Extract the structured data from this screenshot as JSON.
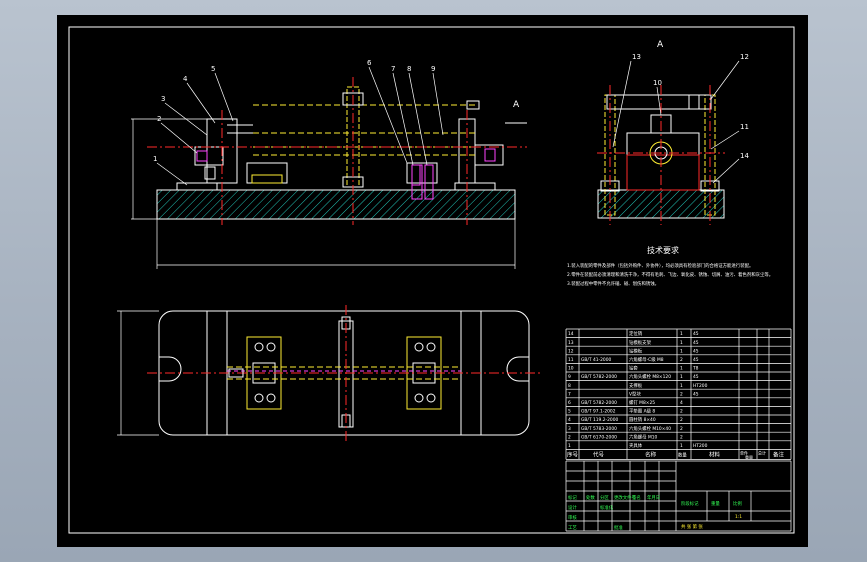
{
  "views": {
    "section_marker_top": "A",
    "section_label_front": "A",
    "front_callouts": [
      "1",
      "2",
      "3",
      "4",
      "5",
      "6",
      "7",
      "8",
      "9"
    ],
    "side_callouts": [
      "10",
      "11",
      "12",
      "13",
      "14"
    ]
  },
  "technical_requirements": {
    "title": "技术要求",
    "items": [
      "1.装入装配的零件及部件（包括外购件、外协件），均必须具有检验部门的合格证方能进行装配。",
      "2.零件在装配前必须清理和清洗干净，不得有毛刺、飞边、氧化皮、锈蚀、切屑、油污、着色剂和灰尘等。",
      "3.装配过程中零件不允许磕、碰、划伤和锈蚀。"
    ]
  },
  "parts_list": {
    "rows": [
      {
        "no": "14",
        "code": "",
        "name": "定位销",
        "qty": "1",
        "material": "45",
        "note": ""
      },
      {
        "no": "13",
        "code": "",
        "name": "钻模板支架",
        "qty": "1",
        "material": "45",
        "note": ""
      },
      {
        "no": "12",
        "code": "",
        "name": "钻模板",
        "qty": "1",
        "material": "45",
        "note": ""
      },
      {
        "no": "11",
        "code": "GB/T 41-2000",
        "name": "六角螺母-C级 M8",
        "qty": "2",
        "material": "45",
        "note": ""
      },
      {
        "no": "10",
        "code": "",
        "name": "钻套",
        "qty": "1",
        "material": "T8",
        "note": ""
      },
      {
        "no": "9",
        "code": "GB/T 5782-2000",
        "name": "六角头螺栓 M8×120",
        "qty": "1",
        "material": "45",
        "note": ""
      },
      {
        "no": "8",
        "code": "",
        "name": "支撑板",
        "qty": "1",
        "material": "HT200",
        "note": ""
      },
      {
        "no": "7",
        "code": "",
        "name": "V型块",
        "qty": "2",
        "material": "45",
        "note": ""
      },
      {
        "no": "6",
        "code": "GB/T 5782-2000",
        "name": "螺钉 M8×25",
        "qty": "4",
        "material": "",
        "note": ""
      },
      {
        "no": "5",
        "code": "GB/T 97.1-2002",
        "name": "平垫圈 A级 8",
        "qty": "2",
        "material": "",
        "note": ""
      },
      {
        "no": "4",
        "code": "GB/T 119.2-2000",
        "name": "圆柱销 8×40",
        "qty": "2",
        "material": "",
        "note": ""
      },
      {
        "no": "3",
        "code": "GB/T 5783-2000",
        "name": "六角头螺栓 M10×40",
        "qty": "2",
        "material": "",
        "note": ""
      },
      {
        "no": "2",
        "code": "GB/T 6170-2000",
        "name": "六角螺母 M10",
        "qty": "2",
        "material": "",
        "note": ""
      },
      {
        "no": "1",
        "code": "",
        "name": "夹具体",
        "qty": "1",
        "material": "HT200",
        "note": ""
      }
    ],
    "headers": {
      "no": "序号",
      "code": "代号",
      "name": "名称",
      "qty": "数量",
      "material": "材料",
      "unit": "单件",
      "total": "总计",
      "weight": "重量",
      "note": "备注"
    }
  },
  "title_block": {
    "labels": [
      "标记",
      "处数",
      "分区",
      "更改文件号",
      "签名",
      "年月日",
      "设计",
      "标准化",
      "审核",
      "工艺",
      "批准",
      "阶段标记",
      "重量",
      "比例"
    ],
    "scale": "1:1",
    "sheet_label": "共 张 第 张"
  },
  "colors": {
    "line": "#ffffff",
    "center": "#ff2a2a",
    "hatch": "#22c5b8",
    "green": "#33ff55",
    "yellow": "#ffee33",
    "magenta": "#ff44ff"
  }
}
